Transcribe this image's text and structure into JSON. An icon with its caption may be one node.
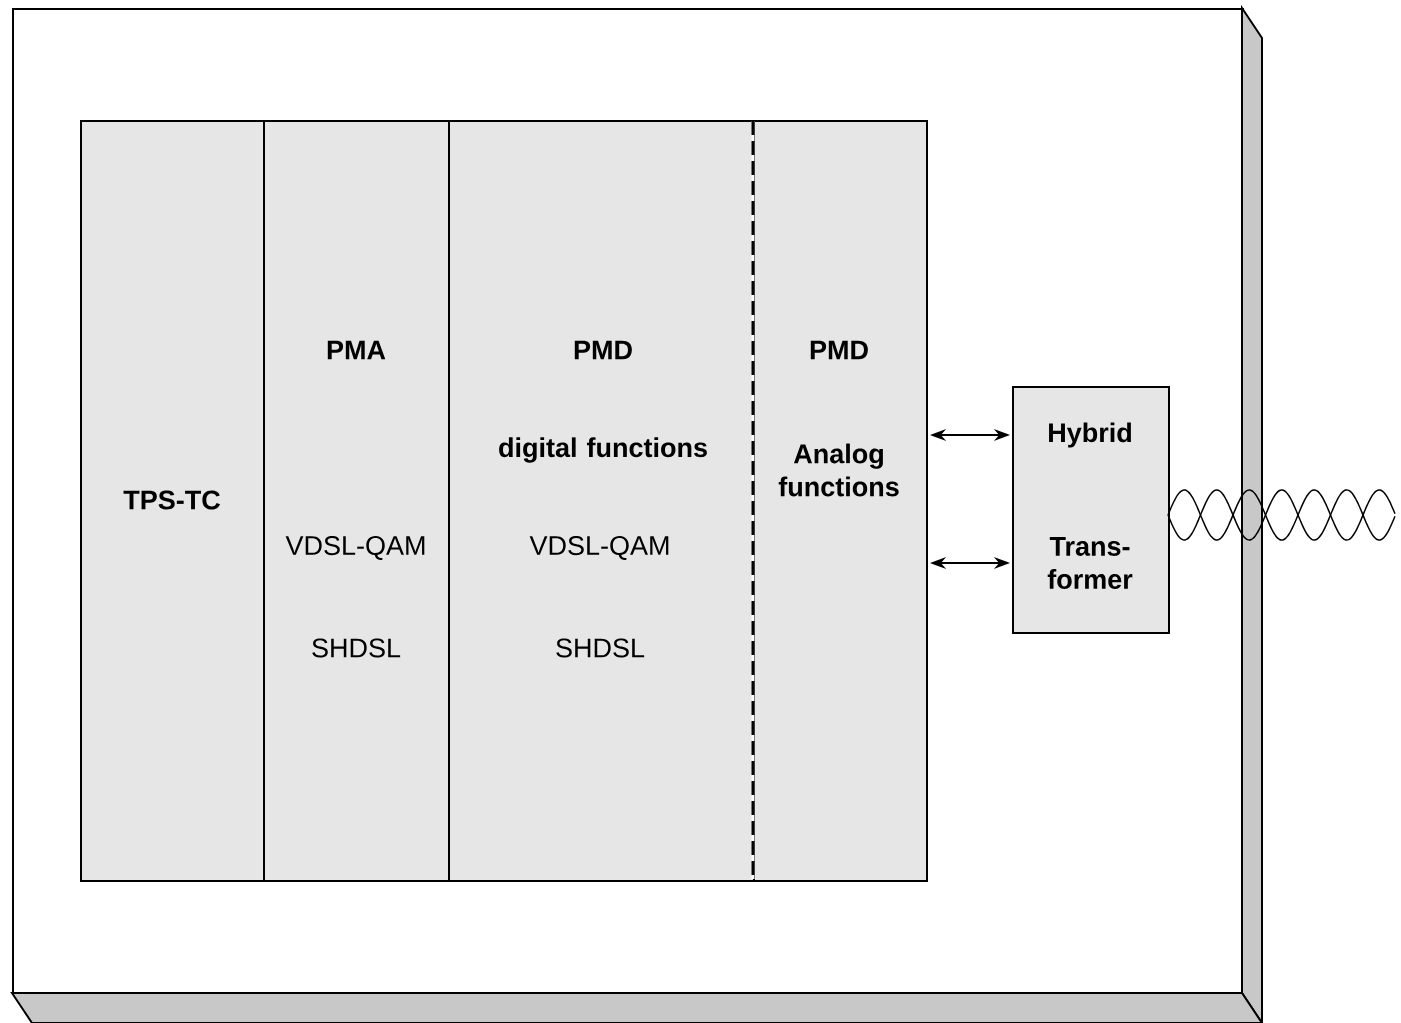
{
  "diagram": {
    "nodes": [
      {
        "text": [],
        "shape": "box"
      },
      {
        "text": [
          "TPS-TC"
        ],
        "in": 0
      },
      {
        "text": [
          "PMA",
          "VDSL-QAM",
          "SHDSL"
        ],
        "in": 0
      },
      {
        "text": [
          "PMD",
          "digital functions",
          "VDSL-QAM",
          "SHDSL"
        ],
        "in": 0
      },
      {
        "text": [
          "PMD",
          "Analog functions"
        ],
        "in": 0
      },
      {
        "text": [
          "Hybrid",
          "Trans- former"
        ],
        "in": 0
      }
    ],
    "edges": [
      {
        "from": 4,
        "to": 5,
        "arrow": "both"
      },
      {
        "from": 4,
        "to": 5,
        "arrow": "both"
      }
    ]
  }
}
